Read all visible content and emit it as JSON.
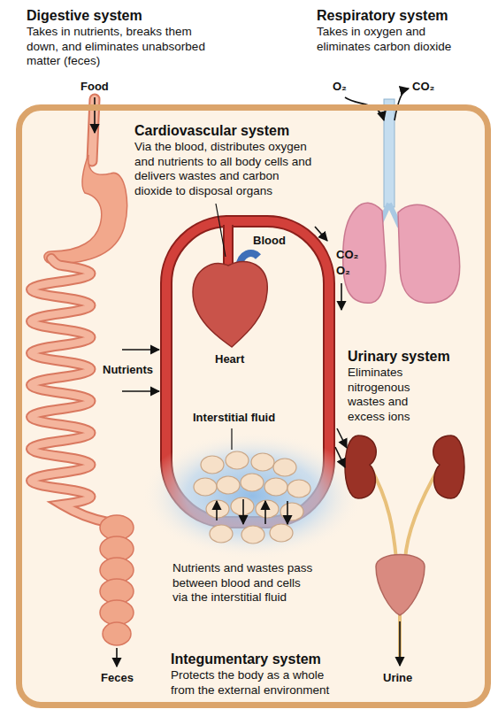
{
  "diagram": {
    "nodes": [
      {
        "text": [
          "Integumentary system",
          "Protects the body as a whole from the external environment"
        ]
      }
    ],
    "labels": [
      "Digestive system",
      "Takes in nutrients, breaks them down, and eliminates unabsorbed matter (feces)",
      "Respiratory system",
      "Takes in oxygen and eliminates carbon dioxide",
      "Food",
      "O₂",
      "CO₂",
      "Cardiovascular system",
      "Via the blood, distributes oxygen and nutrients to all body cells and delivers wastes and carbon dioxide to disposal organs",
      "Blood",
      "CO₂",
      "O₂",
      "Heart",
      "Urinary system",
      "Eliminates nitrogenous wastes and excess ions",
      "Nutrients",
      "Interstitial fluid",
      "Nutrients and wastes pass between blood and cells via the interstitial fluid",
      "Feces",
      "Urine"
    ]
  }
}
